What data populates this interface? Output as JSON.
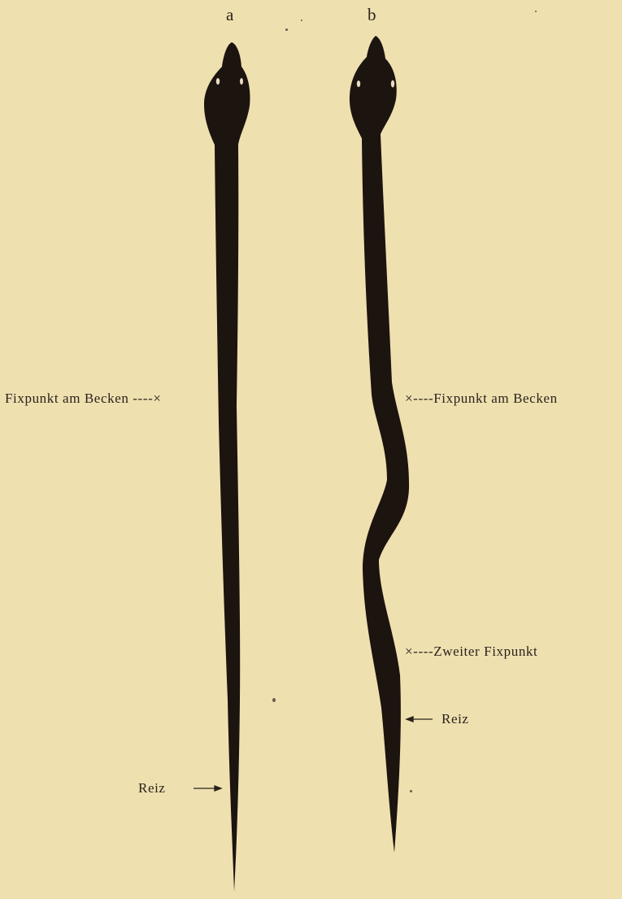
{
  "figure": {
    "panel_a": {
      "label": "a",
      "annotations": {
        "fixpoint_pelvis": "Fixpunkt am Becken ----×",
        "stimulus": "Reiz"
      }
    },
    "panel_b": {
      "label": "b",
      "annotations": {
        "fixpoint_pelvis": "×----Fixpunkt am Becken",
        "second_fixpoint": "×----Zweiter Fixpunkt",
        "stimulus": "Reiz"
      }
    }
  },
  "colors": {
    "background": "#efe0b0",
    "specimen": "#1c140f",
    "text": "#2a231c"
  }
}
